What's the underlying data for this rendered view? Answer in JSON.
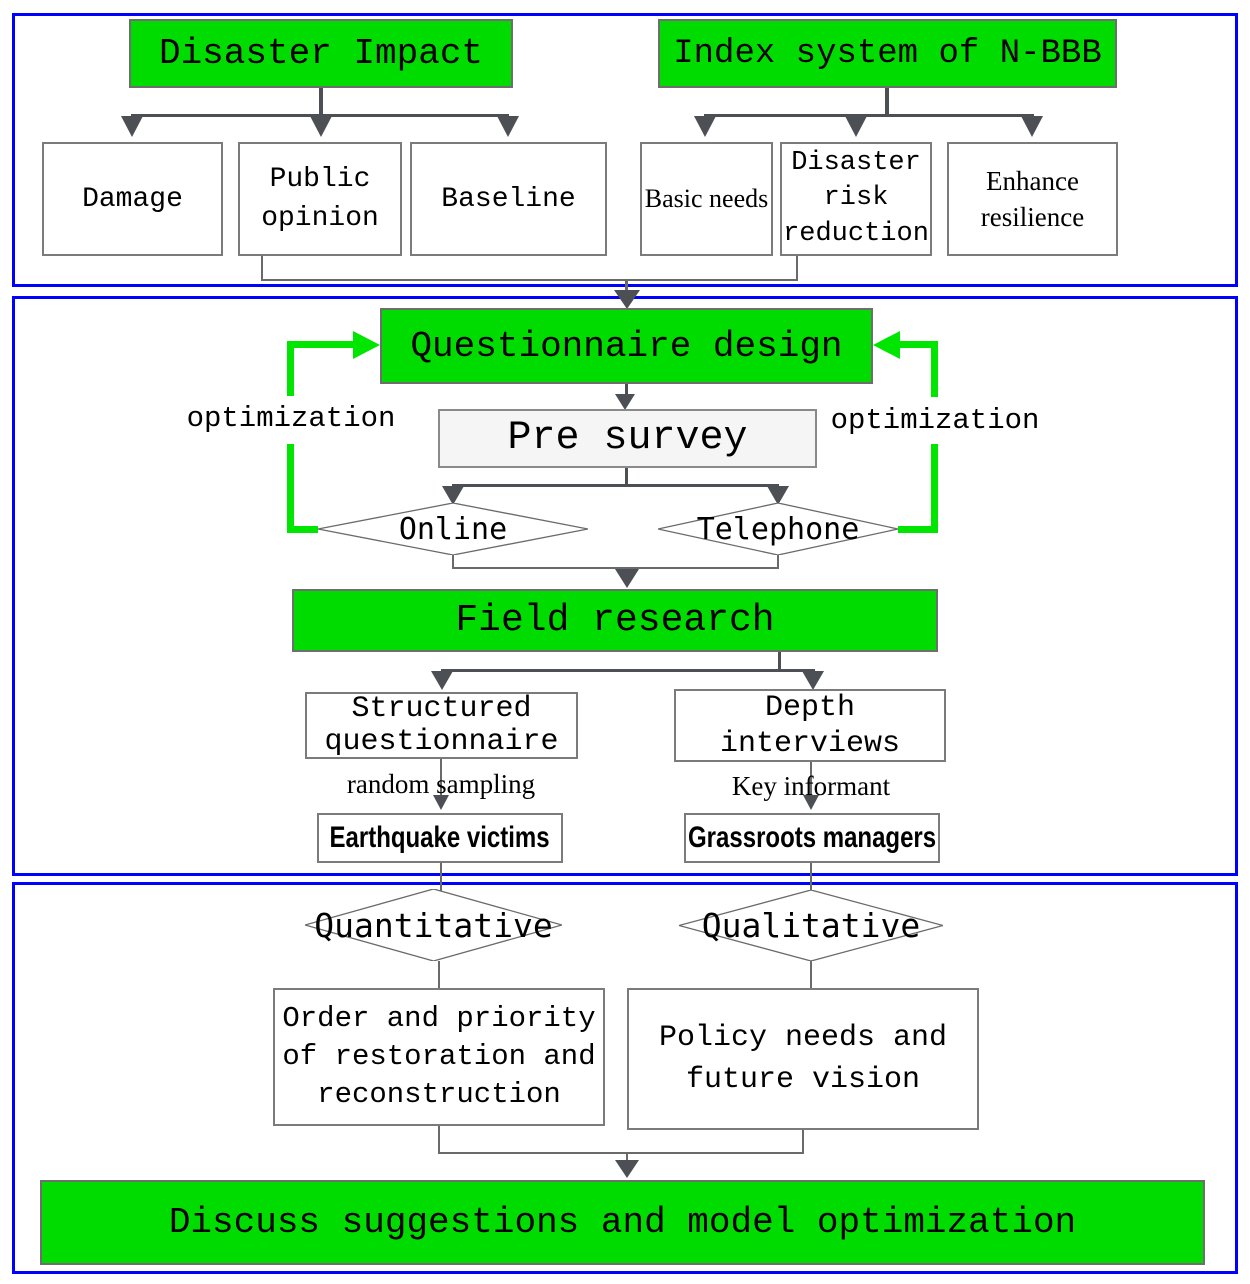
{
  "colors": {
    "green": "#00DC00",
    "arrow_green": "#00E600",
    "blue": "#0000FF",
    "connector": "#4C5055",
    "box_border": "#7B7B7B",
    "pre_survey_fill": "#F5F5F5"
  },
  "top": {
    "disaster_impact": "Disaster Impact",
    "index_system": "Index system of N-BBB",
    "damage": "Damage",
    "public_opinion": "Public opinion",
    "baseline": "Baseline",
    "basic_needs": "Basic needs",
    "disaster_risk_reduction": "Disaster risk reduction",
    "enhance_resilience": "Enhance resilience"
  },
  "middle": {
    "questionnaire_design": "Questionnaire design",
    "pre_survey": "Pre survey",
    "online": "Online",
    "telephone": "Telephone",
    "optimization_left": "optimization",
    "optimization_right": "optimization",
    "field_research": "Field research",
    "structured_questionnaire": "Structured questionnaire",
    "depth_interviews": "Depth interviews",
    "random_sampling": "random sampling",
    "key_informant": "Key informant",
    "earthquake_victims": "Earthquake victims",
    "grassroots_managers": "Grassroots managers"
  },
  "bottom": {
    "quantitative": "Quantitative",
    "qualitative": "Qualitative",
    "order_priority": "Order and priority of restoration and reconstruction",
    "policy_needs": "Policy needs and future vision",
    "discuss": "Discuss suggestions and model optimization"
  }
}
